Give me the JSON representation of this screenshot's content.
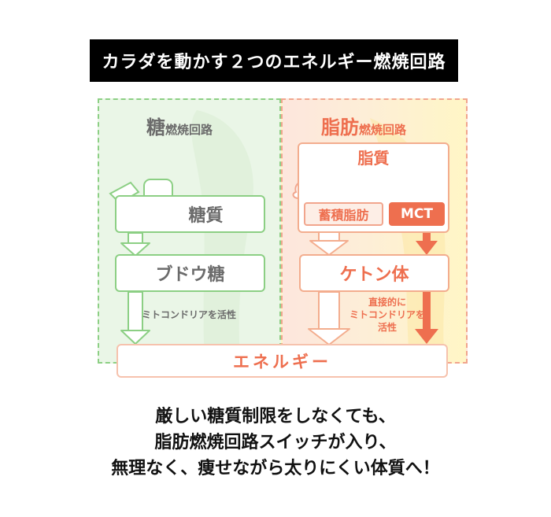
{
  "title": "カラダを動かす２つのエネルギー燃焼回路",
  "left_section": {
    "title_big": "糖",
    "title_small": "燃焼回路",
    "sugar": "糖質",
    "glucose": "ブドウ糖",
    "note": "ミトコンドリアを活性"
  },
  "right_section": {
    "title_big": "脂肪",
    "title_small": "燃焼回路",
    "fat": "脂質",
    "stored_fat": "蓄積脂肪",
    "mct": "MCT",
    "ketone": "ケトン体",
    "note_line1": "直接的に",
    "note_line2": "ミトコンドリアを",
    "note_line3": "活性"
  },
  "energy": "エネルギー",
  "bottom": {
    "line1": "厳しい糖質制限をしなくても、",
    "line2": "脂肪燃焼回路スイッチが入り、",
    "line3": "無理なく、痩せながら太りにくい体質へ！"
  },
  "colors": {
    "green": "#8ccf84",
    "orange": "#ee6f4f",
    "gray_text": "#6b6b6b"
  }
}
